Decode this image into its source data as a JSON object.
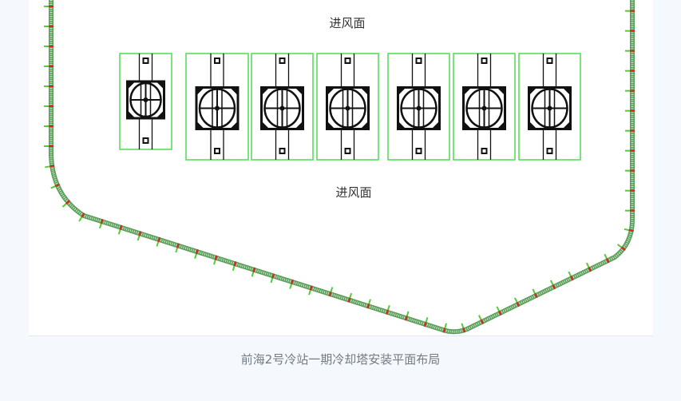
{
  "diagram": {
    "top_label": "进风面",
    "bottom_label": "进风面",
    "tower_count": 7,
    "colors": {
      "outline": "#4ddc4d",
      "wall": "#5a9e5a",
      "tick_green": "#55cc33",
      "tick_red": "#dd2222",
      "tower": "#111111"
    }
  },
  "caption": "前海2号冷站一期冷却塔安装平面布局"
}
